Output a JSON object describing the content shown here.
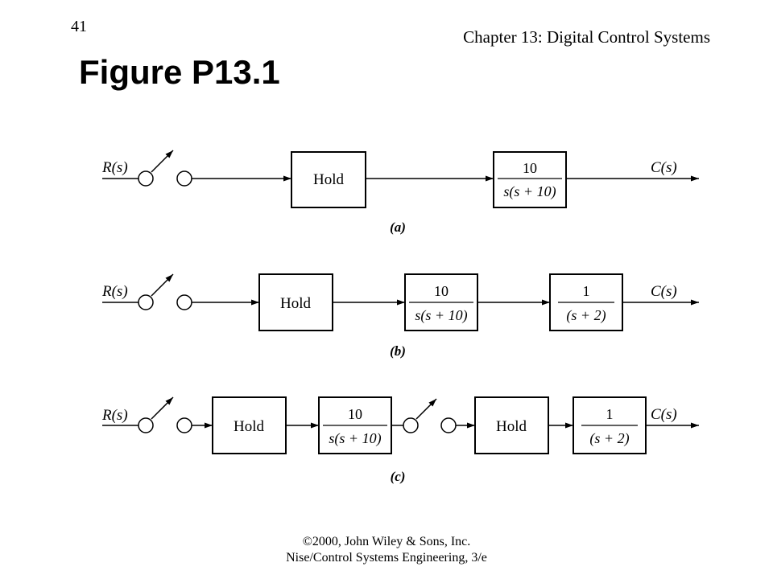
{
  "slide_number": "41",
  "chapter": "Chapter 13: Digital Control Systems",
  "title": "Figure P13.1",
  "footer": {
    "line1": "©2000, John Wiley & Sons, Inc.",
    "line2": "Nise/Control Systems Engineering, 3/e"
  },
  "diagram": {
    "input": "R(s)",
    "output": "C(s)",
    "hold": "Hold",
    "tf1_num": "10",
    "tf1_den": "s(s + 10)",
    "tf2_num": "1",
    "tf2_den": "(s + 2)",
    "labels": {
      "a": "(a)",
      "b": "(b)",
      "c": "(c)"
    }
  }
}
